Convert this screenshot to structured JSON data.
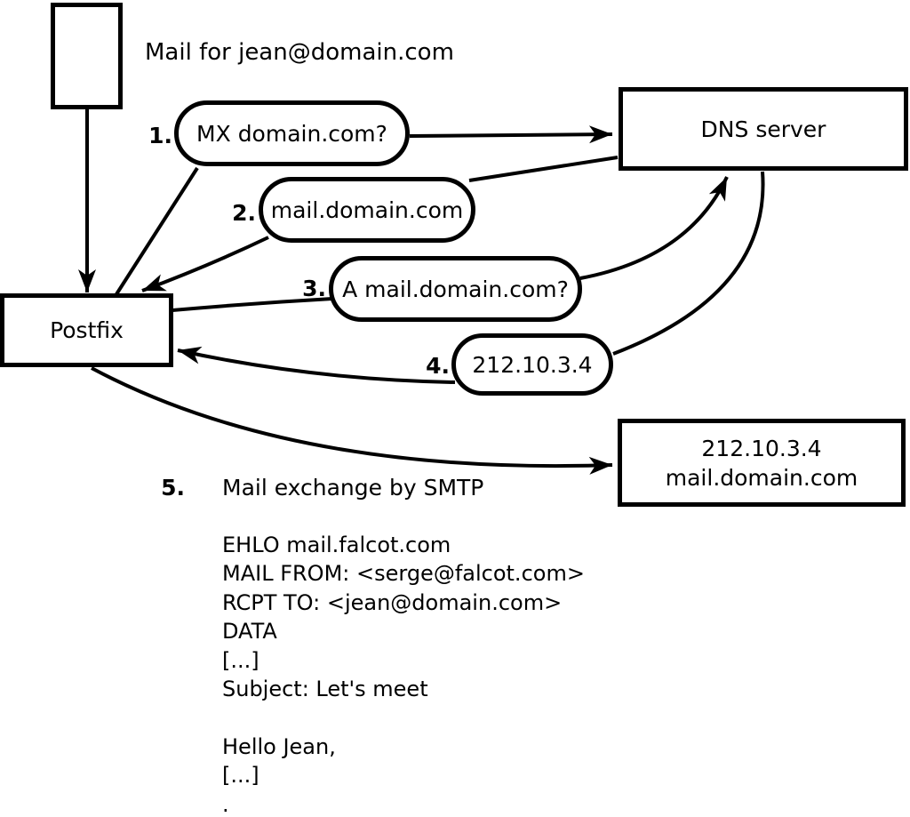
{
  "title": "Mail for jean@domain.com",
  "nodes": {
    "postfix": {
      "label": "Postfix"
    },
    "dns": {
      "label": "DNS server"
    },
    "mail_server": {
      "line1": "212.10.3.4",
      "line2": "mail.domain.com"
    }
  },
  "steps": [
    {
      "num": "1.",
      "label": "MX domain.com?"
    },
    {
      "num": "2.",
      "label": "mail.domain.com"
    },
    {
      "num": "3.",
      "label": "A mail.domain.com?"
    },
    {
      "num": "4.",
      "label": "212.10.3.4"
    },
    {
      "num": "5.",
      "label": "Mail exchange by SMTP"
    }
  ],
  "smtp_session_lines": [
    "EHLO mail.falcot.com",
    "MAIL FROM: <serge@falcot.com>",
    "RCPT TO: <jean@domain.com>",
    "DATA",
    "[...]",
    "Subject: Let's meet",
    "",
    "Hello Jean,",
    "[...]",
    "."
  ],
  "colors": {
    "ink": "#000000",
    "background": "#ffffff"
  }
}
